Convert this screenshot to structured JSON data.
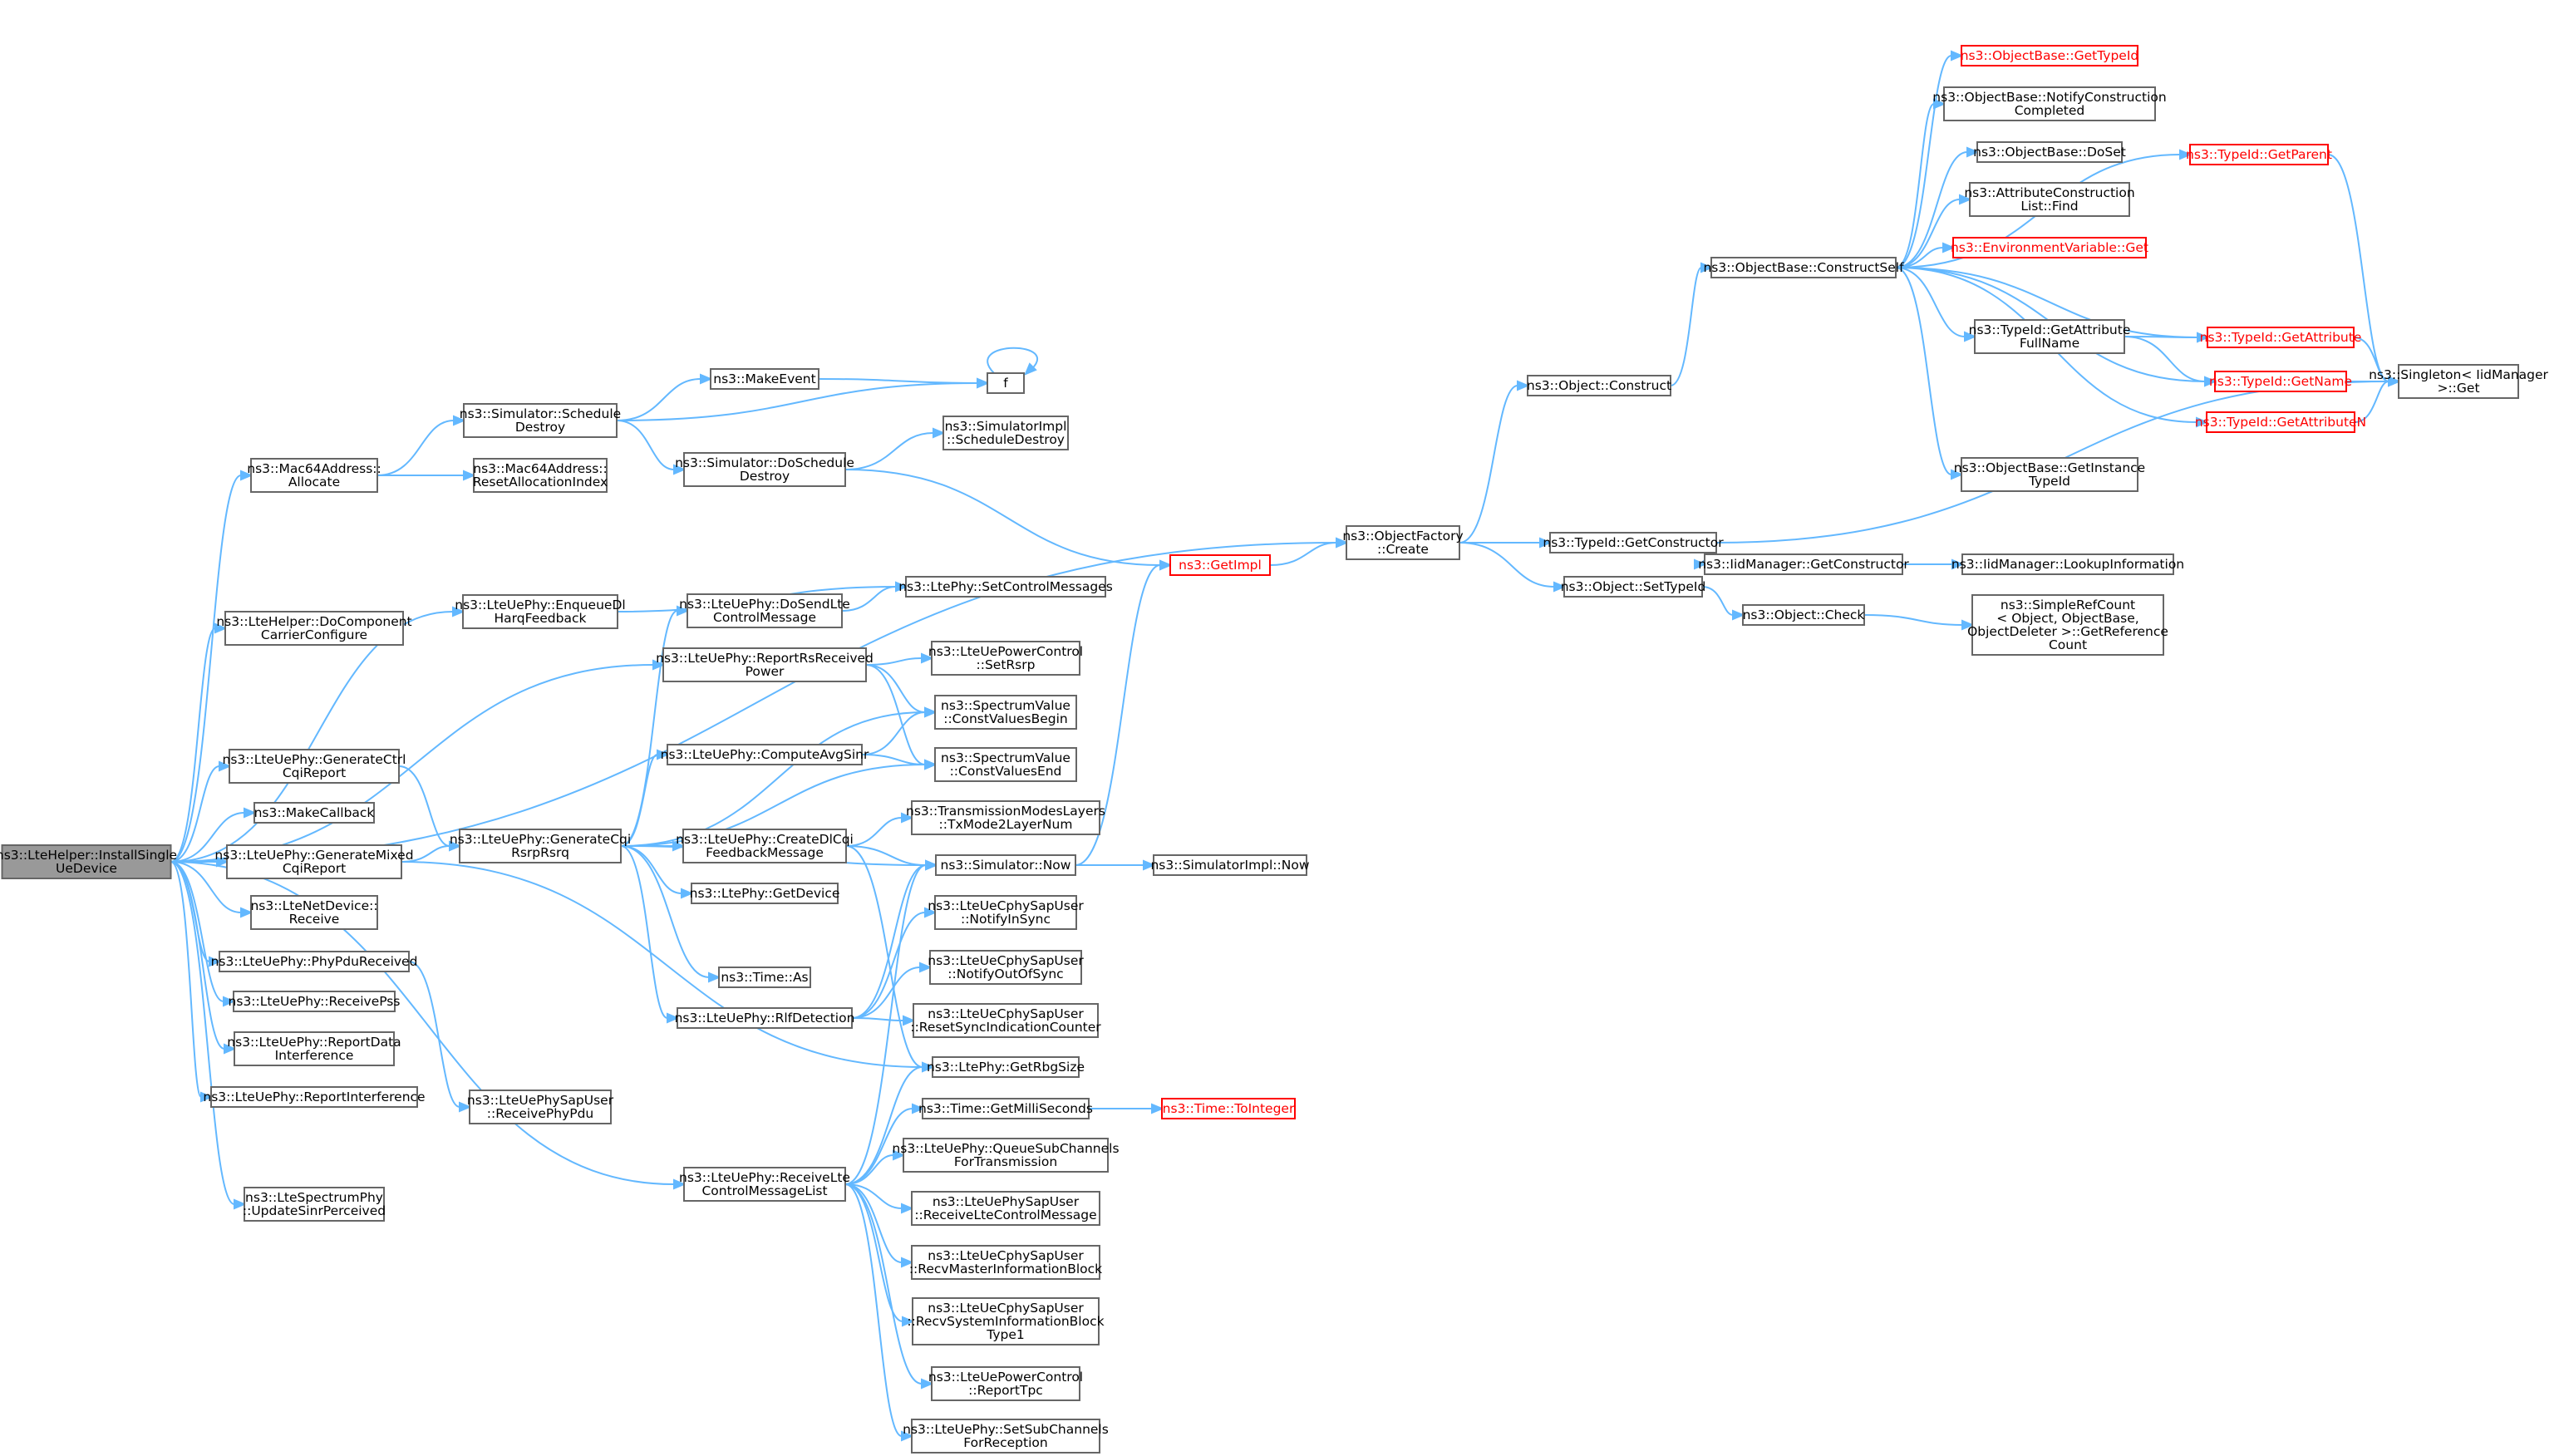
{
  "colors": {
    "edge": "#63b8ff",
    "node_border": "#666666",
    "node_fill": "#ffffff",
    "root_fill": "#999999",
    "red_link": "#ff0000"
  },
  "nodes": [
    {
      "id": "root",
      "lines": [
        "ns3::LteHelper::InstallSingle",
        "UeDevice"
      ],
      "style": "root"
    },
    {
      "id": "mac_alloc",
      "lines": [
        "ns3::Mac64Address::",
        "Allocate"
      ]
    },
    {
      "id": "helper_docc",
      "lines": [
        "ns3::LteHelper::DoComponent",
        "CarrierConfigure"
      ]
    },
    {
      "id": "gen_ctrl",
      "lines": [
        "ns3::LteUePhy::GenerateCtrl",
        "CqiReport"
      ]
    },
    {
      "id": "make_cb",
      "lines": [
        "ns3::MakeCallback"
      ]
    },
    {
      "id": "gen_mixed",
      "lines": [
        "ns3::LteUePhy::GenerateMixed",
        "CqiReport"
      ]
    },
    {
      "id": "netdev_recv",
      "lines": [
        "ns3::LteNetDevice::",
        "Receive"
      ]
    },
    {
      "id": "phy_pdu",
      "lines": [
        "ns3::LteUePhy::PhyPduReceived"
      ]
    },
    {
      "id": "recv_pss",
      "lines": [
        "ns3::LteUePhy::ReceivePss"
      ]
    },
    {
      "id": "report_data",
      "lines": [
        "ns3::LteUePhy::ReportData",
        "Interference"
      ]
    },
    {
      "id": "report_intf",
      "lines": [
        "ns3::LteUePhy::ReportInterference"
      ]
    },
    {
      "id": "spec_update",
      "lines": [
        "ns3::LteSpectrumPhy",
        "::UpdateSinrPerceived"
      ]
    },
    {
      "id": "sim_sched_destroy",
      "lines": [
        "ns3::Simulator::Schedule",
        "Destroy"
      ]
    },
    {
      "id": "mac_reset",
      "lines": [
        "ns3::Mac64Address::",
        "ResetAllocationIndex"
      ]
    },
    {
      "id": "enqueue_harq",
      "lines": [
        "ns3::LteUePhy::EnqueueDl",
        "HarqFeedback"
      ]
    },
    {
      "id": "gen_cqi",
      "lines": [
        "ns3::LteUePhy::GenerateCqi",
        "RsrpRsrq"
      ]
    },
    {
      "id": "phy_sap_recv",
      "lines": [
        "ns3::LteUePhySapUser",
        "::ReceivePhyPdu"
      ]
    },
    {
      "id": "make_event",
      "lines": [
        "ns3::MakeEvent"
      ]
    },
    {
      "id": "sim_do_sched",
      "lines": [
        "ns3::Simulator::DoSchedule",
        "Destroy"
      ]
    },
    {
      "id": "dosend_ctrl",
      "lines": [
        "ns3::LteUePhy::DoSendLte",
        "ControlMessage"
      ]
    },
    {
      "id": "report_rs",
      "lines": [
        "ns3::LteUePhy::ReportRsReceived",
        "Power"
      ]
    },
    {
      "id": "compute_sinr",
      "lines": [
        "ns3::LteUePhy::ComputeAvgSinr"
      ]
    },
    {
      "id": "create_dlcqi",
      "lines": [
        "ns3::LteUePhy::CreateDlCqi",
        "FeedbackMessage"
      ]
    },
    {
      "id": "phy_getdev",
      "lines": [
        "ns3::LtePhy::GetDevice"
      ]
    },
    {
      "id": "time_as",
      "lines": [
        "ns3::Time::As"
      ]
    },
    {
      "id": "rlf_detect",
      "lines": [
        "ns3::LteUePhy::RlfDetection"
      ]
    },
    {
      "id": "recv_ctrl_list",
      "lines": [
        "ns3::LteUePhy::ReceiveLte",
        "ControlMessageList"
      ]
    },
    {
      "id": "f",
      "lines": [
        "f"
      ]
    },
    {
      "id": "simimpl_sched",
      "lines": [
        "ns3::SimulatorImpl",
        "::ScheduleDestroy"
      ]
    },
    {
      "id": "set_ctrl_msgs",
      "lines": [
        "ns3::LtePhy::SetControlMessages"
      ]
    },
    {
      "id": "pc_setrsrp",
      "lines": [
        "ns3::LteUePowerControl",
        "::SetRsrp"
      ]
    },
    {
      "id": "sv_begin",
      "lines": [
        "ns3::SpectrumValue",
        "::ConstValuesBegin"
      ]
    },
    {
      "id": "sv_end",
      "lines": [
        "ns3::SpectrumValue",
        "::ConstValuesEnd"
      ]
    },
    {
      "id": "tm_layers",
      "lines": [
        "ns3::TransmissionModesLayers",
        "::TxMode2LayerNum"
      ]
    },
    {
      "id": "sim_now",
      "lines": [
        "ns3::Simulator::Now"
      ]
    },
    {
      "id": "cphy_insync",
      "lines": [
        "ns3::LteUeCphySapUser",
        "::NotifyInSync"
      ]
    },
    {
      "id": "cphy_outsync",
      "lines": [
        "ns3::LteUeCphySapUser",
        "::NotifyOutOfSync"
      ]
    },
    {
      "id": "cphy_reset",
      "lines": [
        "ns3::LteUeCphySapUser",
        "::ResetSyncIndicationCounter"
      ]
    },
    {
      "id": "rbg_size",
      "lines": [
        "ns3::LtePhy::GetRbgSize"
      ]
    },
    {
      "id": "get_ms",
      "lines": [
        "ns3::Time::GetMilliSeconds"
      ]
    },
    {
      "id": "queue_sub",
      "lines": [
        "ns3::LteUePhy::QueueSubChannels",
        "ForTransmission"
      ]
    },
    {
      "id": "phy_sap_recvctrl",
      "lines": [
        "ns3::LteUePhySapUser",
        "::ReceiveLteControlMessage"
      ]
    },
    {
      "id": "cphy_mib",
      "lines": [
        "ns3::LteUeCphySapUser",
        "::RecvMasterInformationBlock"
      ]
    },
    {
      "id": "cphy_sib",
      "lines": [
        "ns3::LteUeCphySapUser",
        "::RecvSystemInformationBlock",
        "Type1"
      ]
    },
    {
      "id": "pc_tpc",
      "lines": [
        "ns3::LteUePowerControl",
        "::ReportTpc"
      ]
    },
    {
      "id": "set_sub_rx",
      "lines": [
        "ns3::LteUePhy::SetSubChannels",
        "ForReception"
      ]
    },
    {
      "id": "get_impl",
      "lines": [
        "ns3::GetImpl"
      ],
      "style": "red"
    },
    {
      "id": "simimpl_now",
      "lines": [
        "ns3::SimulatorImpl::Now"
      ]
    },
    {
      "id": "time_toint",
      "lines": [
        "ns3::Time::ToInteger"
      ],
      "style": "red"
    },
    {
      "id": "obj_factory",
      "lines": [
        "ns3::ObjectFactory",
        "::Create"
      ]
    },
    {
      "id": "obj_construct",
      "lines": [
        "ns3::Object::Construct"
      ]
    },
    {
      "id": "typeid_getctor",
      "lines": [
        "ns3::TypeId::GetConstructor"
      ]
    },
    {
      "id": "obj_settypeid",
      "lines": [
        "ns3::Object::SetTypeId"
      ]
    },
    {
      "id": "ob_construct_self",
      "lines": [
        "ns3::ObjectBase::ConstructSelf"
      ]
    },
    {
      "id": "iid_getctor",
      "lines": [
        "ns3::IidManager::GetConstructor"
      ]
    },
    {
      "id": "obj_check",
      "lines": [
        "ns3::Object::Check"
      ]
    },
    {
      "id": "ob_gettypeid",
      "lines": [
        "ns3::ObjectBase::GetTypeId"
      ],
      "style": "red"
    },
    {
      "id": "ob_notify",
      "lines": [
        "ns3::ObjectBase::NotifyConstruction",
        "Completed"
      ]
    },
    {
      "id": "ob_doset",
      "lines": [
        "ns3::ObjectBase::DoSet"
      ]
    },
    {
      "id": "attr_list_find",
      "lines": [
        "ns3::AttributeConstruction",
        "List::Find"
      ]
    },
    {
      "id": "env_get",
      "lines": [
        "ns3::EnvironmentVariable::Get"
      ],
      "style": "red"
    },
    {
      "id": "typeid_attr_full",
      "lines": [
        "ns3::TypeId::GetAttribute",
        "FullName"
      ]
    },
    {
      "id": "ob_getinst",
      "lines": [
        "ns3::ObjectBase::GetInstance",
        "TypeId"
      ]
    },
    {
      "id": "iid_lookup",
      "lines": [
        "ns3::IidManager::LookupInformation"
      ]
    },
    {
      "id": "srefcount",
      "lines": [
        "ns3::SimpleRefCount",
        "< Object, ObjectBase,",
        "ObjectDeleter >::GetReference",
        "Count"
      ]
    },
    {
      "id": "typeid_parent",
      "lines": [
        "ns3::TypeId::GetParent"
      ],
      "style": "red"
    },
    {
      "id": "typeid_getattr",
      "lines": [
        "ns3::TypeId::GetAttribute"
      ],
      "style": "red"
    },
    {
      "id": "typeid_getname",
      "lines": [
        "ns3::TypeId::GetName"
      ],
      "style": "red"
    },
    {
      "id": "typeid_getattrn",
      "lines": [
        "ns3::TypeId::GetAttributeN"
      ],
      "style": "red"
    },
    {
      "id": "singleton_get",
      "lines": [
        "ns3::Singleton< IidManager",
        ">::Get"
      ]
    }
  ]
}
